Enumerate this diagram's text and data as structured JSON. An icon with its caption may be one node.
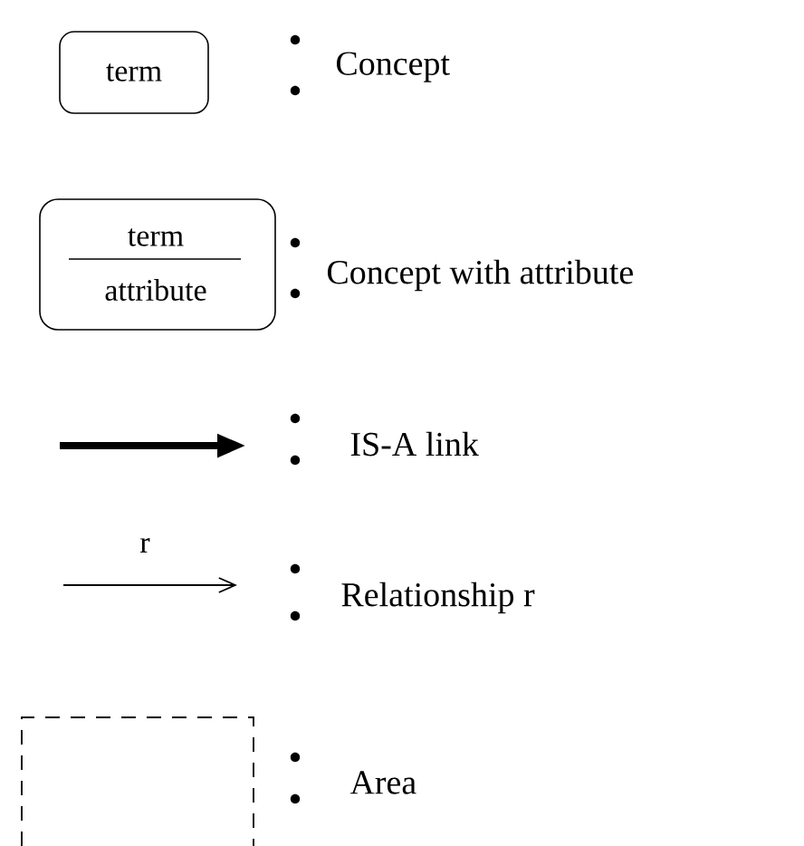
{
  "diagram": {
    "labels": [
      "term",
      "term",
      "attribute",
      "r"
    ],
    "legend": [
      {
        "text": "Concept"
      },
      {
        "text": "Concept with attribute"
      },
      {
        "text": "IS-A link"
      },
      {
        "text": "Relationship r"
      },
      {
        "text": "Area"
      }
    ]
  }
}
